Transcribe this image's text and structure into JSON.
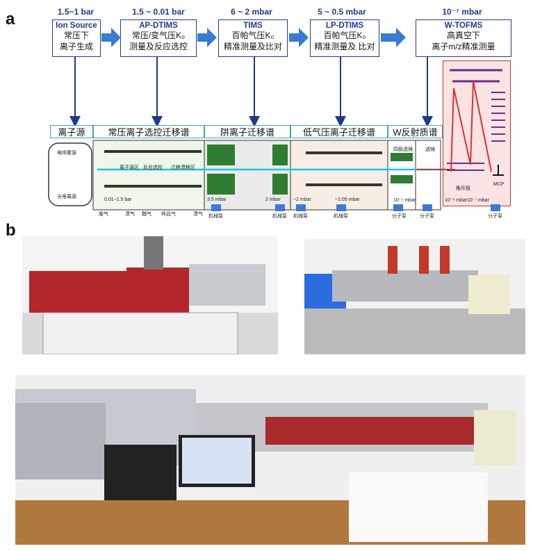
{
  "panel_a": {
    "letter": "a",
    "stages": [
      {
        "pressure": "1.5~1 bar",
        "name": "Ion Source",
        "line1": "常压下",
        "line2": "离子生成"
      },
      {
        "pressure": "1.5 ~ 0.01 bar",
        "name": "AP-DTIMS",
        "line1": "常压/变气压K₀",
        "line2": "测量及反应选控"
      },
      {
        "pressure": "6 ~ 2 mbar",
        "name": "TIMS",
        "line1": "百帕气压K₀",
        "line2": "精准测量及比对"
      },
      {
        "pressure": "5 ~ 0.5 mbar",
        "name": "LP-DTIMS",
        "line1": "百帕气压K₀",
        "line2": "精准测量及 比对"
      },
      {
        "pressure": "10⁻⁷ mbar",
        "name": "W-TOFMS",
        "line1": "高真空下",
        "line2": "离子m/z精准测量"
      }
    ],
    "segments": [
      "离子源",
      "常压离子选控迁移谱",
      "阱离子迁移谱",
      "低气压离子迁移谱",
      "W反射质谱"
    ],
    "source_labels": [
      "电喷雾源",
      "光电离源"
    ],
    "apdtims_labels": [
      "离子源区",
      "反应选控",
      "迁移漂移区"
    ],
    "pressure_notes": [
      "0.01~1.5 bar",
      "3.5 mbar",
      "2 mbar",
      "~2 mbar",
      "~2.05 mbar",
      "10⁻⁵ mbar",
      "10⁻⁶ mbar",
      "10⁻⁷ mbar"
    ],
    "gas_labels": [
      "废气",
      "漂气",
      "鞘气",
      "样品气",
      "漂气"
    ],
    "pump_labels": [
      "机械泵",
      "机械泵",
      "机械泵",
      "机械泵",
      "分子泵",
      "分子泵",
      "分子泵"
    ],
    "tof_labels": [
      "四极透镜",
      "透镜",
      "推斥极",
      "MCP"
    ],
    "colors": {
      "blue": "#1f3a8a",
      "arrow": "#3a7bd5",
      "teal": "#3aa7b8",
      "red": "#c0392b",
      "ion_beam": "#19c7e0"
    }
  },
  "panel_b": {
    "letter": "b"
  }
}
